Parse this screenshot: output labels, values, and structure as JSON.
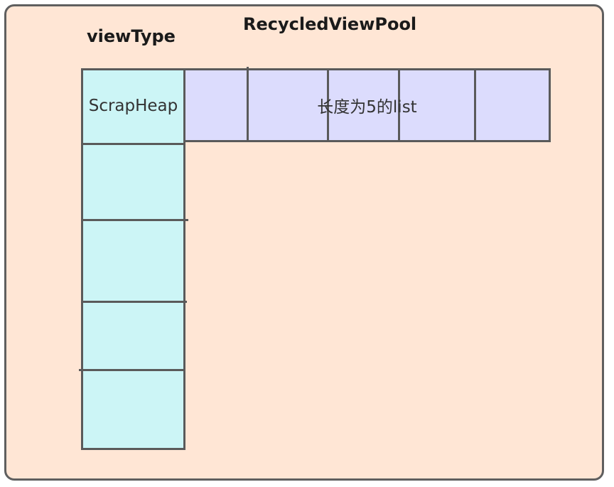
{
  "pool": {
    "title": "RecycledViewPool"
  },
  "view_type": {
    "label": "viewType"
  },
  "scrap_heap": {
    "label": "ScrapHeap",
    "cell_count": 5
  },
  "list": {
    "label": "长度为5的list",
    "cell_count": 5
  },
  "colors": {
    "pool_background": "#ffe6d5",
    "scrap_heap_fill": "#ccf5f6",
    "list_fill": "#dcdcfd",
    "stroke": "#5a5a5a"
  }
}
